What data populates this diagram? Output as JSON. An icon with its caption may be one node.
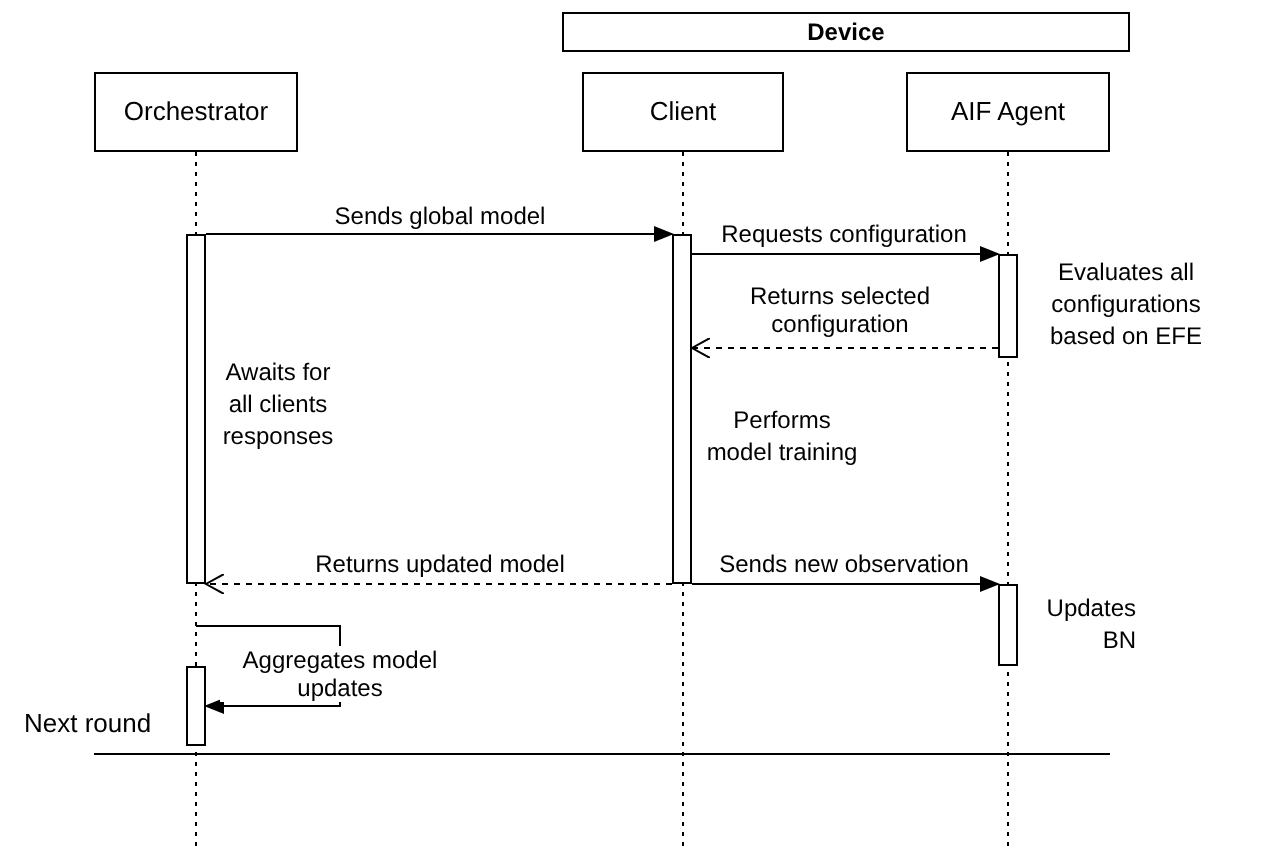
{
  "diagram": {
    "nodes": [
      {
        "text": [
          "Device"
        ]
      },
      {
        "text": [
          "Orchestrator"
        ]
      },
      {
        "text": [
          "Client"
        ]
      },
      {
        "text": [
          "AIF Agent"
        ]
      },
      {
        "text": [],
        "shape": "bar",
        "beside": [
          "Awaits for all clients responses"
        ]
      },
      {
        "text": [],
        "shape": "bar",
        "beside": [
          "Performs model training"
        ]
      },
      {
        "text": [],
        "shape": "bar",
        "beside": [
          "Evaluates all configurations based on EFE"
        ]
      },
      {
        "text": [],
        "shape": "bar",
        "beside": [
          "Updates BN"
        ]
      },
      {
        "text": [],
        "shape": "bar"
      }
    ],
    "edges": [
      {
        "from": 4,
        "to": 5,
        "arrow": "to",
        "label": "Sends global model"
      },
      {
        "from": 5,
        "to": 6,
        "arrow": "to",
        "label": "Requests configuration"
      },
      {
        "from": 6,
        "to": 5,
        "arrow": "to",
        "label": "Returns selected configuration",
        "style": "dashed"
      },
      {
        "from": 5,
        "to": 4,
        "arrow": "to",
        "label": "Returns updated model",
        "style": "dashed"
      },
      {
        "from": 5,
        "to": 7,
        "arrow": "to",
        "label": "Sends new observation"
      },
      {
        "from": null,
        "to": 8,
        "arrow": "to",
        "label": "Aggregates model updates"
      }
    ],
    "labels": [
      "Next round"
    ]
  }
}
